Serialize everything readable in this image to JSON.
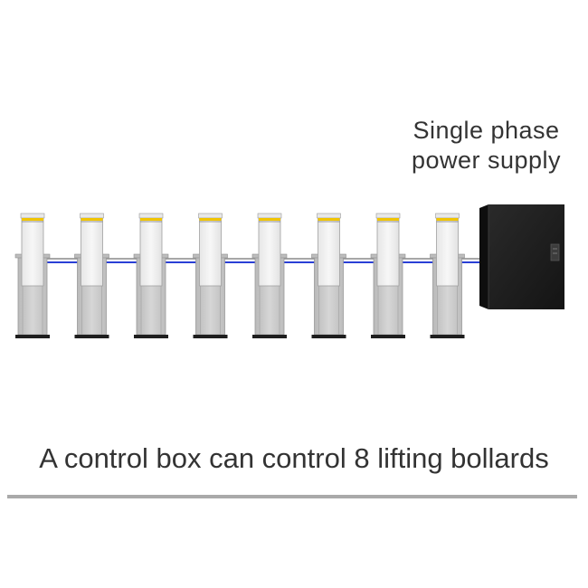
{
  "power_supply_label": [
    "Single phase",
    "power supply"
  ],
  "caption": "A control box can control 8 lifting bollards",
  "bollard_count": 8,
  "colors": {
    "cable_blue": "#2a3fd6",
    "cable_gray": "#8a8a8a",
    "bollard_top": "#f0c400",
    "bollard_body": "#c9c9c9",
    "control_box": "#1a1a1a",
    "divider": "#aaaaaa"
  },
  "icons": {
    "bollard": "lifting-bollard-icon",
    "control_box": "control-box-icon"
  }
}
